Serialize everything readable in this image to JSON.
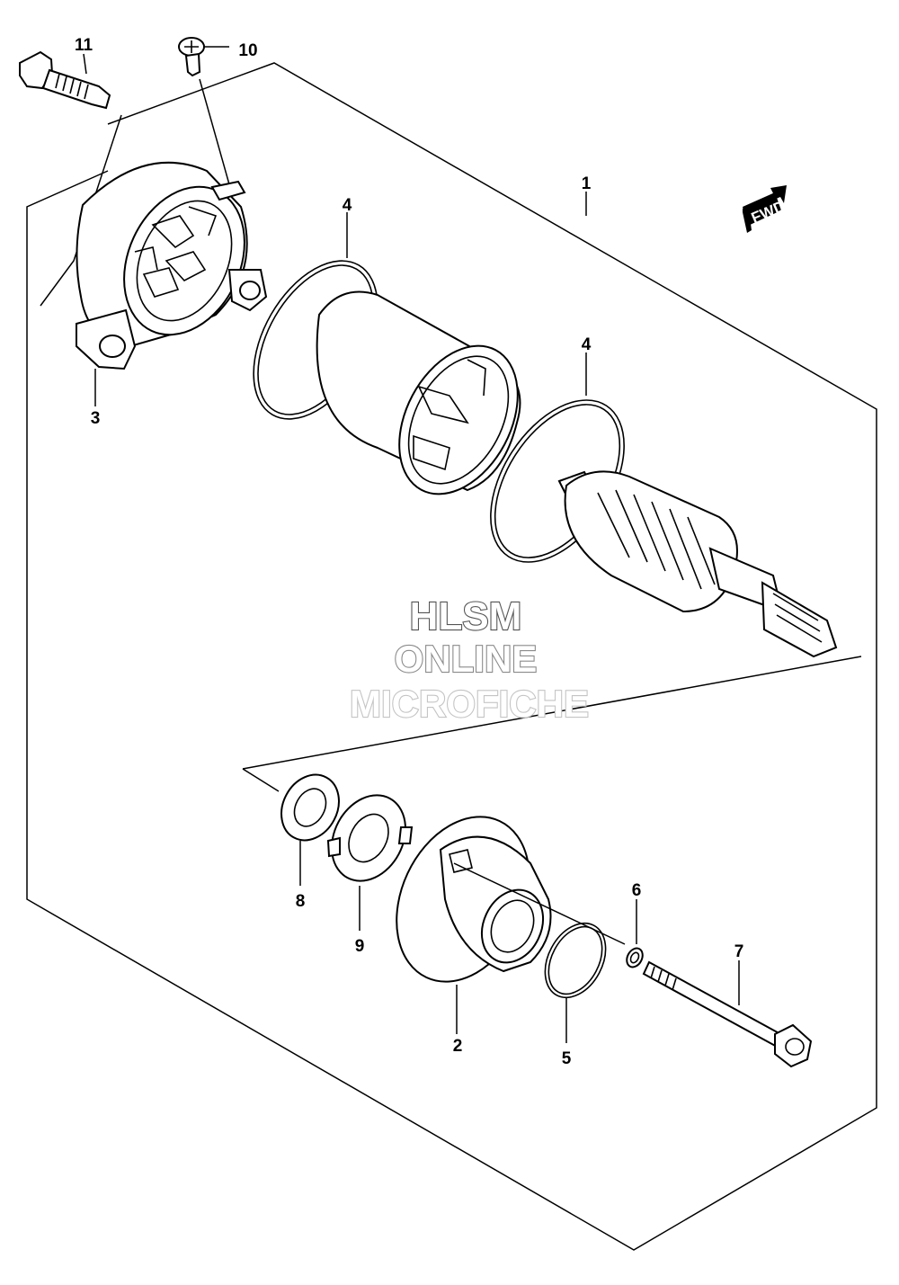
{
  "parts": [
    {
      "id": "1",
      "label": "1"
    },
    {
      "id": "2",
      "label": "2"
    },
    {
      "id": "3",
      "label": "3"
    },
    {
      "id": "4a",
      "label": "4"
    },
    {
      "id": "4b",
      "label": "4"
    },
    {
      "id": "5",
      "label": "5"
    },
    {
      "id": "6",
      "label": "6"
    },
    {
      "id": "7",
      "label": "7"
    },
    {
      "id": "8",
      "label": "8"
    },
    {
      "id": "9",
      "label": "9"
    },
    {
      "id": "10",
      "label": "10"
    },
    {
      "id": "11",
      "label": "11"
    }
  ],
  "direction_badge": "FWD",
  "watermark": {
    "line1": "HLSM",
    "line2": "ONLINE",
    "line3": "MICROFICHE",
    "colors": [
      "#555555",
      "#8a8a8a",
      "#c4c4c4"
    ]
  }
}
